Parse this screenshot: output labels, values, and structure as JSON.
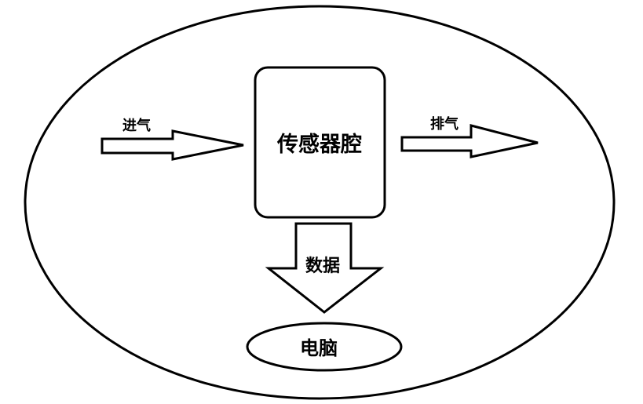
{
  "diagram": {
    "chamber_label": "传感器腔",
    "intake_label": "进气",
    "exhaust_label": "排气",
    "data_label": "数据",
    "computer_label": "电脑"
  }
}
